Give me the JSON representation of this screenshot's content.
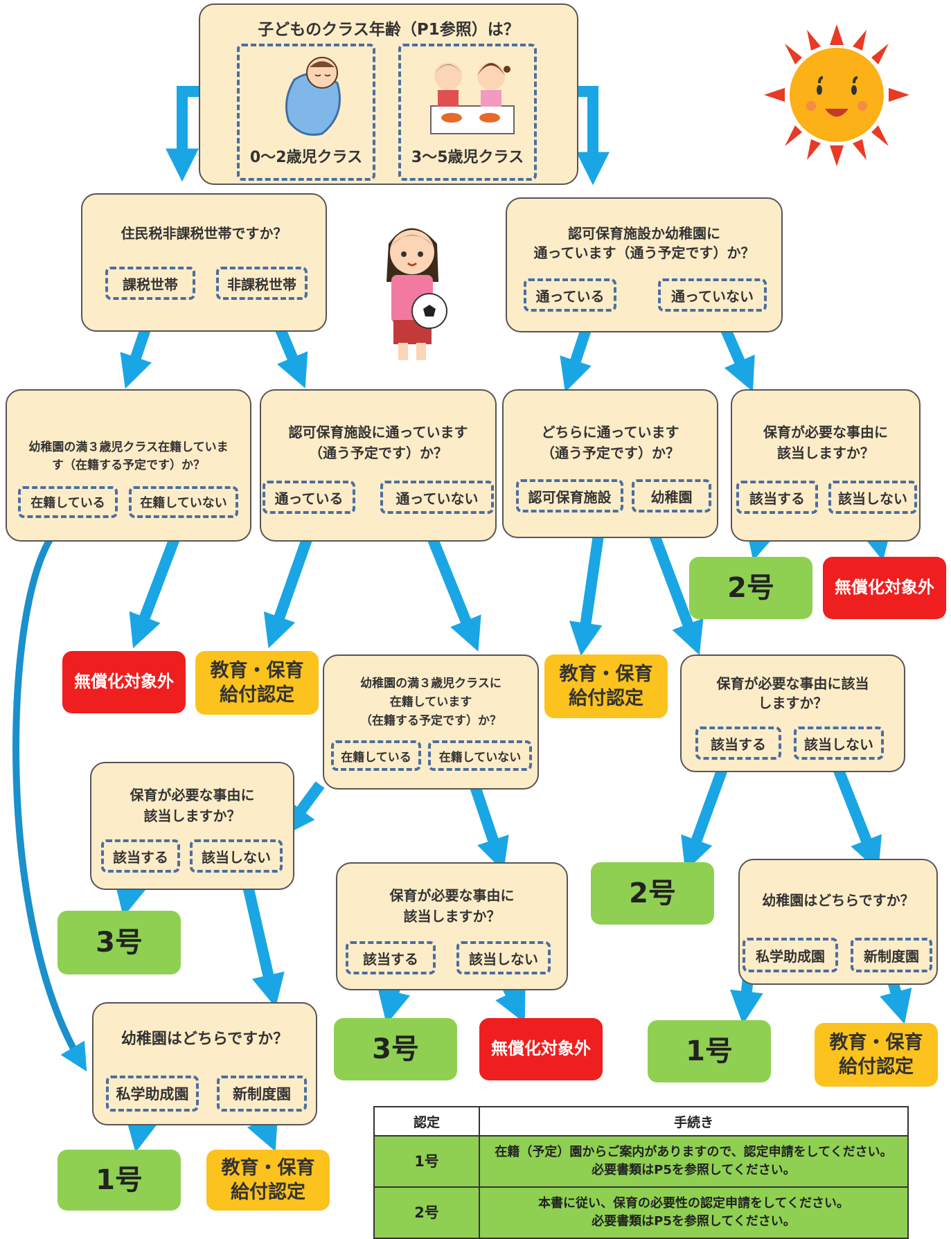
{
  "q_age": {
    "title": "子どものクラス年齢（P1参照）は？",
    "opt1": "0～2歳児クラス",
    "opt2": "3～5歳児クラス"
  },
  "q_tax": {
    "title": "住民税非課税世帯ですか？",
    "opt1": "課税世帯",
    "opt2": "非課税世帯"
  },
  "q_attend": {
    "line1": "認可保育施設か幼稚園に",
    "line2": "通っています（通う予定です）か？",
    "opt1": "通っている",
    "opt2": "通っていない"
  },
  "q_kinder3": {
    "line1": "幼稚園の満３歳児クラス在籍していま",
    "line2": "す（在籍する予定です）か？",
    "opt1": "在籍している",
    "opt2": "在籍していない"
  },
  "q_nursery": {
    "line1": "認可保育施設に通っています",
    "line2": "（通う予定です）か？",
    "opt1": "通っている",
    "opt2": "通っていない"
  },
  "q_which": {
    "line1": "どちらに通っています",
    "line2": "（通う予定です）か？",
    "opt1": "認可保育施設",
    "opt2": "幼稚園"
  },
  "q_need_a": {
    "line1": "保育が必要な事由に",
    "line2": "該当しますか？",
    "opt1": "該当する",
    "opt2": "該当しない"
  },
  "q_kinder3b": {
    "line1": "幼稚園の満３歳児クラスに",
    "line2": "在籍しています",
    "line3": "（在籍する予定です）か？",
    "opt1": "在籍している",
    "opt2": "在籍していない"
  },
  "q_need_b": {
    "line1": "保育が必要な事由に該当",
    "line2": "しますか？",
    "opt1": "該当する",
    "opt2": "該当しない"
  },
  "q_need_c": {
    "line1": "保育が必要な事由に",
    "line2": "該当しますか？",
    "opt1": "該当する",
    "opt2": "該当しない"
  },
  "q_need_d": {
    "line1": "保育が必要な事由に",
    "line2": "該当しますか？",
    "opt1": "該当する",
    "opt2": "該当しない"
  },
  "q_kind_a": {
    "title": "幼稚園はどちらですか？",
    "opt1": "私学助成園",
    "opt2": "新制度園"
  },
  "q_kind_b": {
    "title": "幼稚園はどちらですか？",
    "opt1": "私学助成園",
    "opt2": "新制度園"
  },
  "results": {
    "no1": "1号",
    "no2": "2号",
    "no3": "3号",
    "excluded": "無償化対象外",
    "edu_line1": "教育・保育",
    "edu_line2": "給付認定"
  },
  "legend": {
    "col1": "認定",
    "col2": "手続き",
    "row1_key": "1号",
    "row1_line1": "在籍（予定）園からご案内がありますので、認定申請をしてください。",
    "row1_line2": "必要書類はP5を参照してください。",
    "row2_key": "2号",
    "row2_line1": "本書に従い、保育の必要性の認定申請をしてください。",
    "row2_line2": "必要書類はP5を参照してください。"
  },
  "colors": {
    "arrow": "#1aa6e4",
    "question_bg": "#fdecc8",
    "green": "#8fd052",
    "red": "#ef1f1f",
    "orange": "#fcc21d"
  }
}
